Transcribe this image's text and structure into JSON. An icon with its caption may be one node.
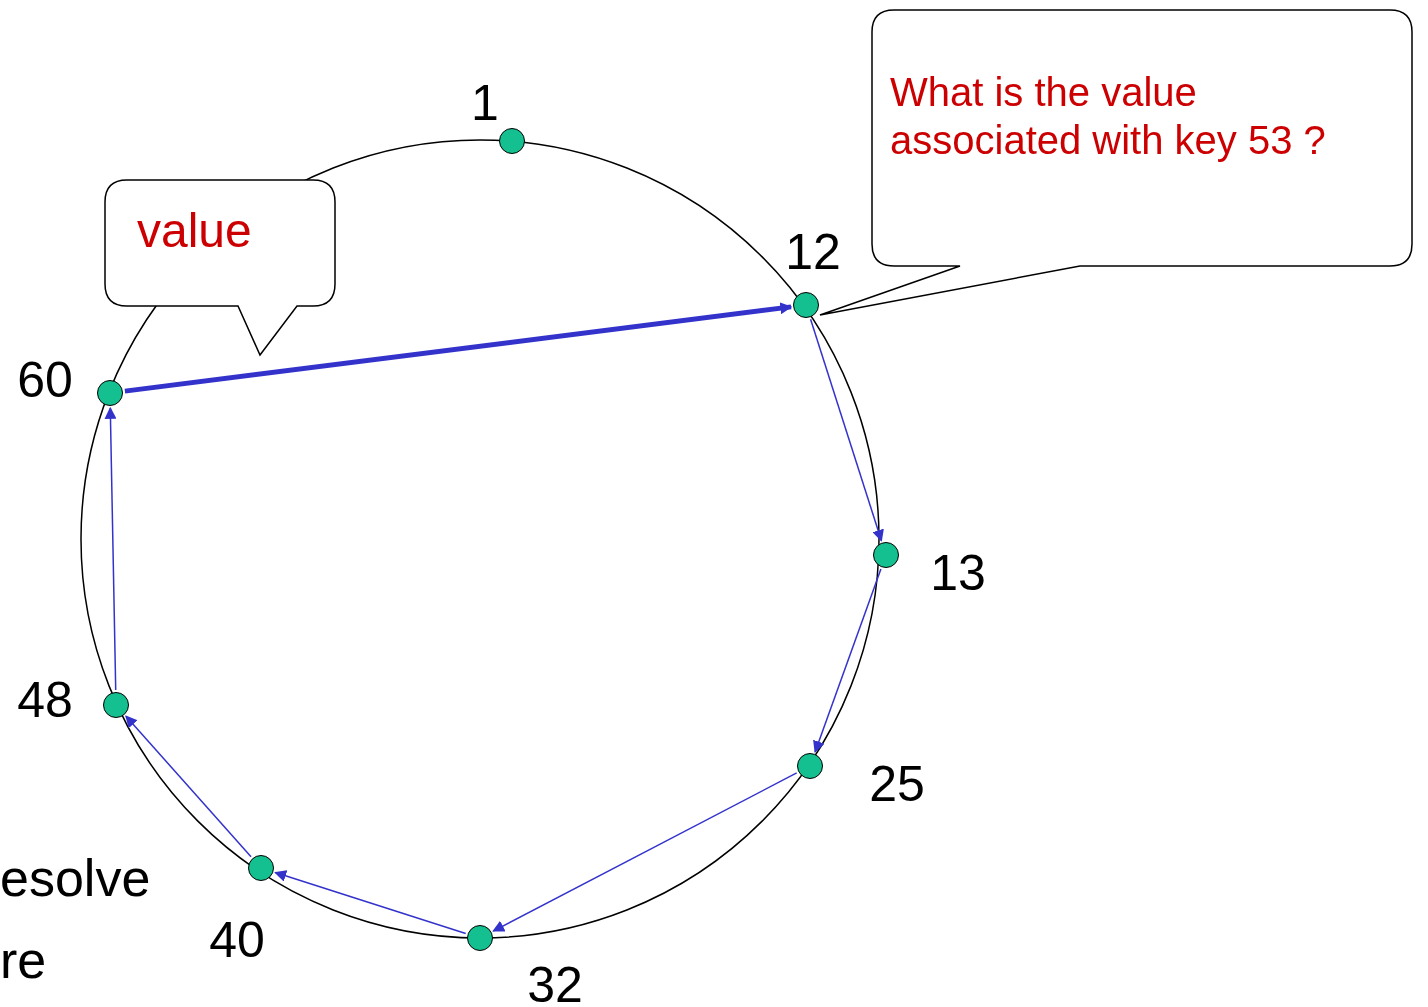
{
  "diagram": {
    "nodes": [
      {
        "text": [],
        "shape": "circle",
        "beside": [
          "1"
        ]
      },
      {
        "text": [],
        "shape": "circle",
        "beside": [
          "12"
        ]
      },
      {
        "text": [],
        "shape": "circle",
        "beside": [
          "13"
        ]
      },
      {
        "text": [],
        "shape": "circle",
        "beside": [
          "25"
        ]
      },
      {
        "text": [],
        "shape": "circle",
        "beside": [
          "32"
        ]
      },
      {
        "text": [],
        "shape": "circle",
        "beside": [
          "40"
        ]
      },
      {
        "text": [],
        "shape": "circle",
        "beside": [
          "48"
        ]
      },
      {
        "text": [],
        "shape": "circle",
        "beside": [
          "60"
        ]
      },
      {
        "text": [
          "value"
        ]
      },
      {
        "text": [
          "What is the value associated with key 53 ?"
        ]
      }
    ],
    "edges": [
      {
        "from": 7,
        "to": 1,
        "arrow": "to",
        "style": "thick"
      },
      {
        "from": 1,
        "to": 2,
        "arrow": "to"
      },
      {
        "from": 2,
        "to": 3,
        "arrow": "to"
      },
      {
        "from": 3,
        "to": 4,
        "arrow": "to"
      },
      {
        "from": 4,
        "to": 5,
        "arrow": "to"
      },
      {
        "from": 5,
        "to": 6,
        "arrow": "to"
      },
      {
        "from": 6,
        "to": 7,
        "arrow": "to"
      }
    ],
    "labels": [
      "esolve",
      "re"
    ]
  }
}
